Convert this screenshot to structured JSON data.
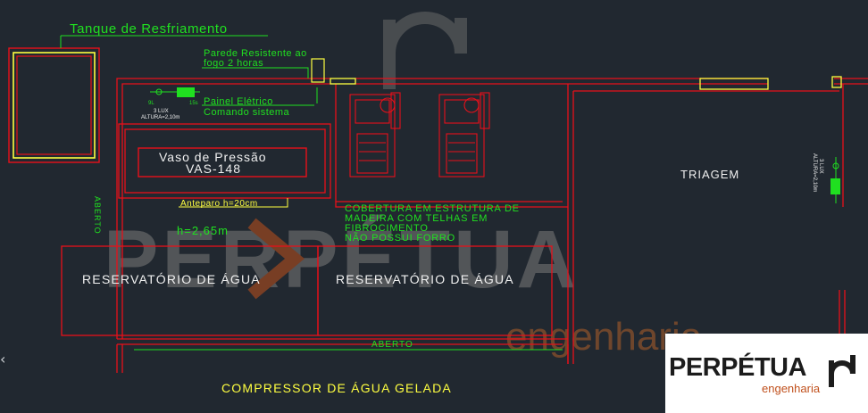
{
  "labels": {
    "cooling_tank": "Tanque de Resfriamento",
    "fire_wall_line1": "Parede Resistente ao",
    "fire_wall_line2": "fogo 2 horas",
    "electric_panel_line1": "Painel Elétrico",
    "electric_panel_line2": "Comando sistema",
    "lux_left_line1": "3 LUX",
    "lux_left_line2": "ALTURA=2,10m",
    "lux_right_line1": "3 LUX",
    "lux_right_line2": "ALTURA=2,10m",
    "pressure_vessel_line1": "Vaso de Pressão",
    "pressure_vessel_line2": "VAS-148",
    "parapet": "Anteparo h=20cm",
    "height": "h=2,65m",
    "roof_line1": "COBERTURA EM ESTRUTURA DE",
    "roof_line2": "MADEIRA COM TELHAS EM",
    "roof_line3": "FIBROCIMENTO",
    "roof_line4": "NÃO POSSUI FORRO",
    "open_vertical": "ABERTO",
    "open_bottom": "ABERTO",
    "reservoir_left": "RESERVATÓRIO DE ÁGUA",
    "reservoir_right": "RESERVATÓRIO DE ÁGUA",
    "triage": "TRIAGEM",
    "chilled_water_compressor": "COMPRESSOR DE ÁGUA GELADA"
  },
  "watermark": {
    "word": "PERPÉTUA",
    "sub": "engenharia"
  },
  "logo": {
    "word": "PERPÉTUA",
    "sub": "engenharia"
  },
  "colors": {
    "background": "#212830",
    "wall_red": "#e8101a",
    "label_green": "#20e020",
    "vessel_yellow": "#ffff40",
    "text_white": "#f0f0f0",
    "watermark_grey": "#8a8a8a",
    "brand_orange": "#c0501c"
  },
  "icons": {
    "cursor": "cursor-arrow-icon"
  }
}
